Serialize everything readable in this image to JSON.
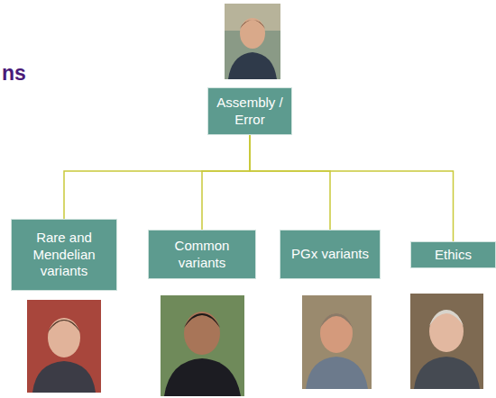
{
  "diagram": {
    "title": "ns",
    "nodes": [
      {
        "text": [
          "Assembly / Error"
        ]
      },
      {
        "text": [
          "Rare and Mendelian variants"
        ]
      },
      {
        "text": [
          "Common variants"
        ]
      },
      {
        "text": [
          "PGx variants"
        ]
      },
      {
        "text": [
          "Ethics"
        ]
      }
    ],
    "edges": [
      {
        "from": 0,
        "to": 1,
        "arrow": "none"
      },
      {
        "from": 0,
        "to": 2,
        "arrow": "none"
      },
      {
        "from": 0,
        "to": 3,
        "arrow": "none"
      },
      {
        "from": 0,
        "to": 4,
        "arrow": "none"
      }
    ]
  }
}
